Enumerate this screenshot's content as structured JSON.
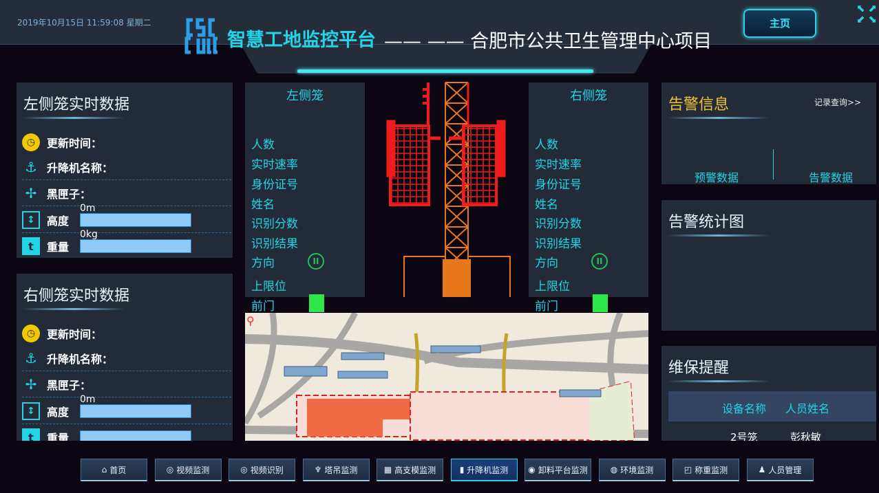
{
  "header": {
    "datetime": "2019年10月15日 11:59:08  星期二",
    "title": "智慧工地监控平台",
    "subtitle": "—— —— 合肥市公共卫生管理中心项目",
    "home_button": "主页",
    "logo_text": "CSCEC"
  },
  "left_cage_data": {
    "title": "左侧笼实时数据",
    "update_time_label": "更新时间：",
    "hoist_name_label": "升降机名称：",
    "blackbox_label": "黑匣子：",
    "height_label": "高度",
    "height_value": "0m",
    "weight_label": "重量",
    "weight_value": "0kg"
  },
  "right_cage_data": {
    "title": "右侧笼实时数据",
    "update_time_label": "更新时间：",
    "hoist_name_label": "升降机名称：",
    "blackbox_label": "黑匣子：",
    "height_label": "高度",
    "height_value": "0m",
    "weight_label": "重量"
  },
  "left_cage": {
    "title": "左侧笼",
    "items": [
      "人数",
      "实时速率",
      "身份证号",
      "姓名",
      "识别分数",
      "识别结果",
      "方向",
      "上限位",
      "前门"
    ]
  },
  "right_cage": {
    "title": "右侧笼",
    "items": [
      "人数",
      "实时速率",
      "身份证号",
      "姓名",
      "识别分数",
      "识别结果",
      "方向",
      "上限位",
      "前门"
    ]
  },
  "alarm_info": {
    "title": "告警信息",
    "record_link": "记录查询>>",
    "warning_data": "预警数据",
    "alarm_data": "告警数据"
  },
  "alarm_chart": {
    "title": "告警统计图"
  },
  "maintenance": {
    "title": "维保提醒",
    "columns": [
      "设备名称",
      "人员姓名"
    ],
    "rows": [
      [
        "2号笼",
        "彭秋敏"
      ]
    ]
  },
  "nav": [
    {
      "icon": "home-icon",
      "label": "首页",
      "glyph": "⌂"
    },
    {
      "icon": "camera-icon",
      "label": "视频监测",
      "glyph": "◎"
    },
    {
      "icon": "camera-icon",
      "label": "视频识别",
      "glyph": "◎"
    },
    {
      "icon": "tower-crane-icon",
      "label": "塔吊监测",
      "glyph": "♆"
    },
    {
      "icon": "grid-icon",
      "label": "高支模监测",
      "glyph": "▦"
    },
    {
      "icon": "hoist-icon",
      "label": "升降机监测",
      "glyph": "▮"
    },
    {
      "icon": "platform-icon",
      "label": "卸料平台监测",
      "glyph": "◉"
    },
    {
      "icon": "environment-icon",
      "label": "环境监测",
      "glyph": "◍"
    },
    {
      "icon": "scale-icon",
      "label": "称重监测",
      "glyph": "◰"
    },
    {
      "icon": "people-icon",
      "label": "人员管理",
      "glyph": "♟"
    }
  ],
  "colors": {
    "accent": "#22d4e6",
    "alarm_title": "#f2c230",
    "panel": "#232b38",
    "cage": "#ee1c1c",
    "tower": "#e8761a",
    "door": "#2ee84a"
  }
}
